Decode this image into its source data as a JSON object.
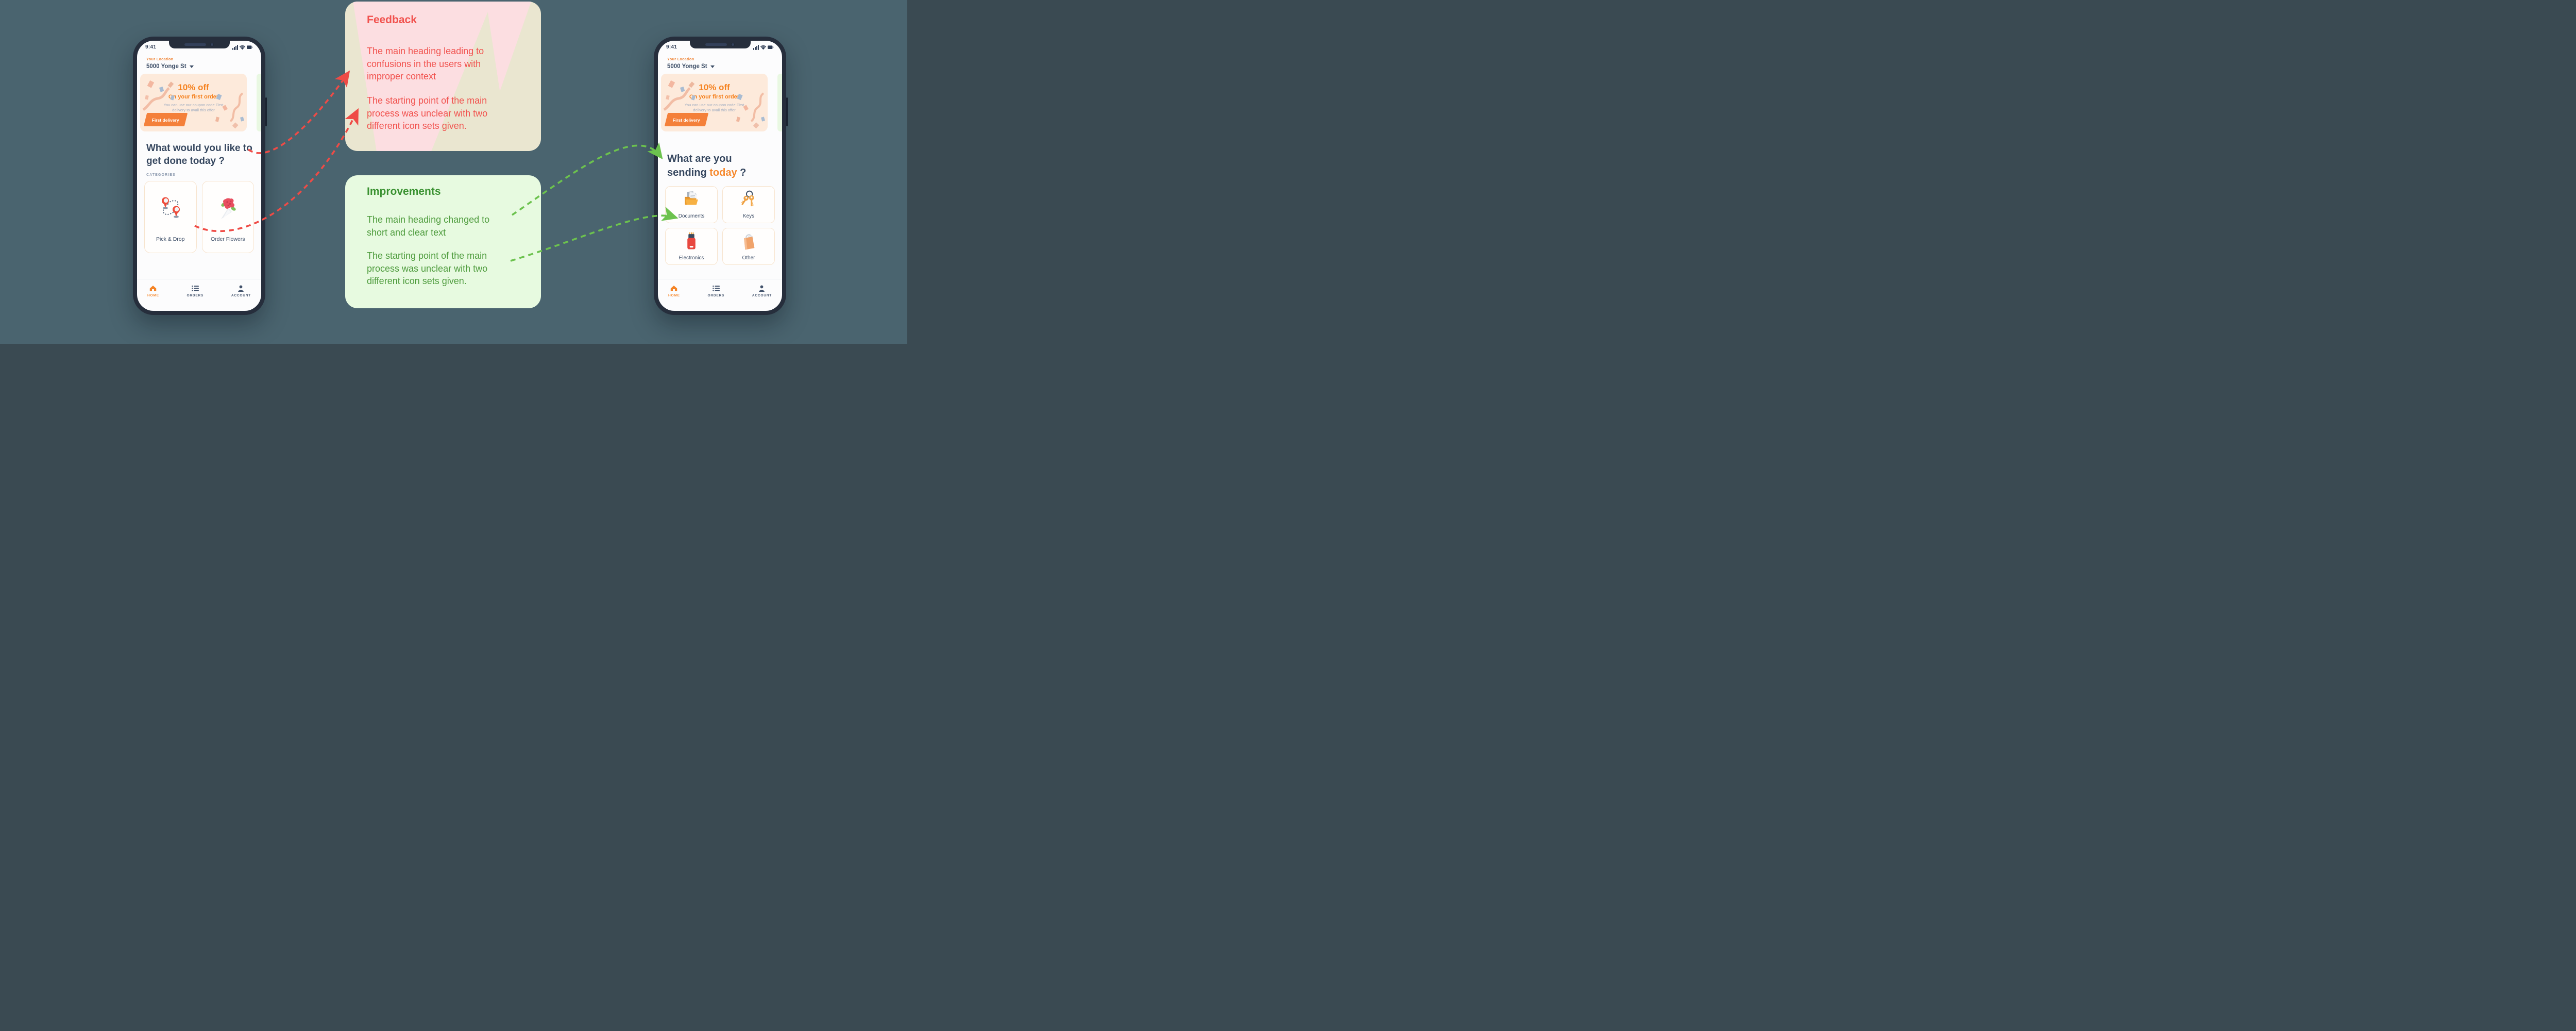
{
  "status_bar": {
    "time": "9:41"
  },
  "phone_left": {
    "location_label": "Your Location",
    "location_value": "5000 Yonge St",
    "banner": {
      "title": "10% off",
      "subtitle": "On your first order",
      "description": "You can use our coupon code First delivery to avail this offer",
      "badge": "First delivery"
    },
    "heading": "What would you like to get done today ?",
    "categories_label": "CATEGORIES",
    "categories": [
      {
        "label": "Pick & Drop",
        "icon": "map-pins-icon"
      },
      {
        "label": "Order Flowers",
        "icon": "flower-bouquet-icon"
      }
    ]
  },
  "phone_right": {
    "location_label": "Your Location",
    "location_value": "5000 Yonge St",
    "banner": {
      "title": "10% off",
      "subtitle": "On your first order",
      "description": "You can use our coupon code First delivery to avail this offer",
      "badge": "First delivery"
    },
    "heading_prefix": "What are you sending ",
    "heading_highlight": "today",
    "heading_suffix": " ?",
    "categories": [
      {
        "label": "Documents",
        "icon": "folder-documents-icon"
      },
      {
        "label": "Keys",
        "icon": "keys-icon"
      },
      {
        "label": "Electronics",
        "icon": "usb-drive-icon"
      },
      {
        "label": "Other",
        "icon": "shopping-bag-icon"
      }
    ]
  },
  "nav": {
    "items": [
      {
        "label": "HOME",
        "icon": "home-icon",
        "active": true
      },
      {
        "label": "ORDERS",
        "icon": "orders-list-icon",
        "active": false
      },
      {
        "label": "ACCOUNT",
        "icon": "account-person-icon",
        "active": false
      }
    ]
  },
  "feedback_card": {
    "title": "Feedback",
    "paragraphs": [
      "The main heading leading to confusions in the users with improper context",
      "The starting point of the main process was unclear with two different icon sets given."
    ]
  },
  "improvements_card": {
    "title": "Improvements",
    "paragraphs": [
      "The main heading changed to short and clear text",
      "The starting point of the main process was unclear with two different icon sets given."
    ]
  },
  "annotations": {
    "arrows": [
      {
        "id": "feedback-arrow-heading",
        "color": "#ef4b46",
        "from": "old-heading",
        "to": "feedback-card"
      },
      {
        "id": "feedback-arrow-categories",
        "color": "#ef4b46",
        "from": "old-categories",
        "to": "feedback-card"
      },
      {
        "id": "improvement-arrow-heading",
        "color": "#6cc24e",
        "from": "improvements-card",
        "to": "new-heading"
      },
      {
        "id": "improvement-arrow-categories",
        "color": "#6cc24e",
        "from": "improvements-card",
        "to": "documents-category"
      }
    ]
  },
  "colors": {
    "background": "#4a646f",
    "accent_orange": "#f58220",
    "feedback_red": "#f1524e",
    "feedback_beige": "#eae6d0",
    "feedback_pink": "#fcdee1",
    "improvements_green": "#3b9232",
    "improvements_bg": "#e7fae0",
    "navy": "#3c4d66",
    "arrow_red": "#ef4b46",
    "arrow_green": "#6cc24e"
  }
}
